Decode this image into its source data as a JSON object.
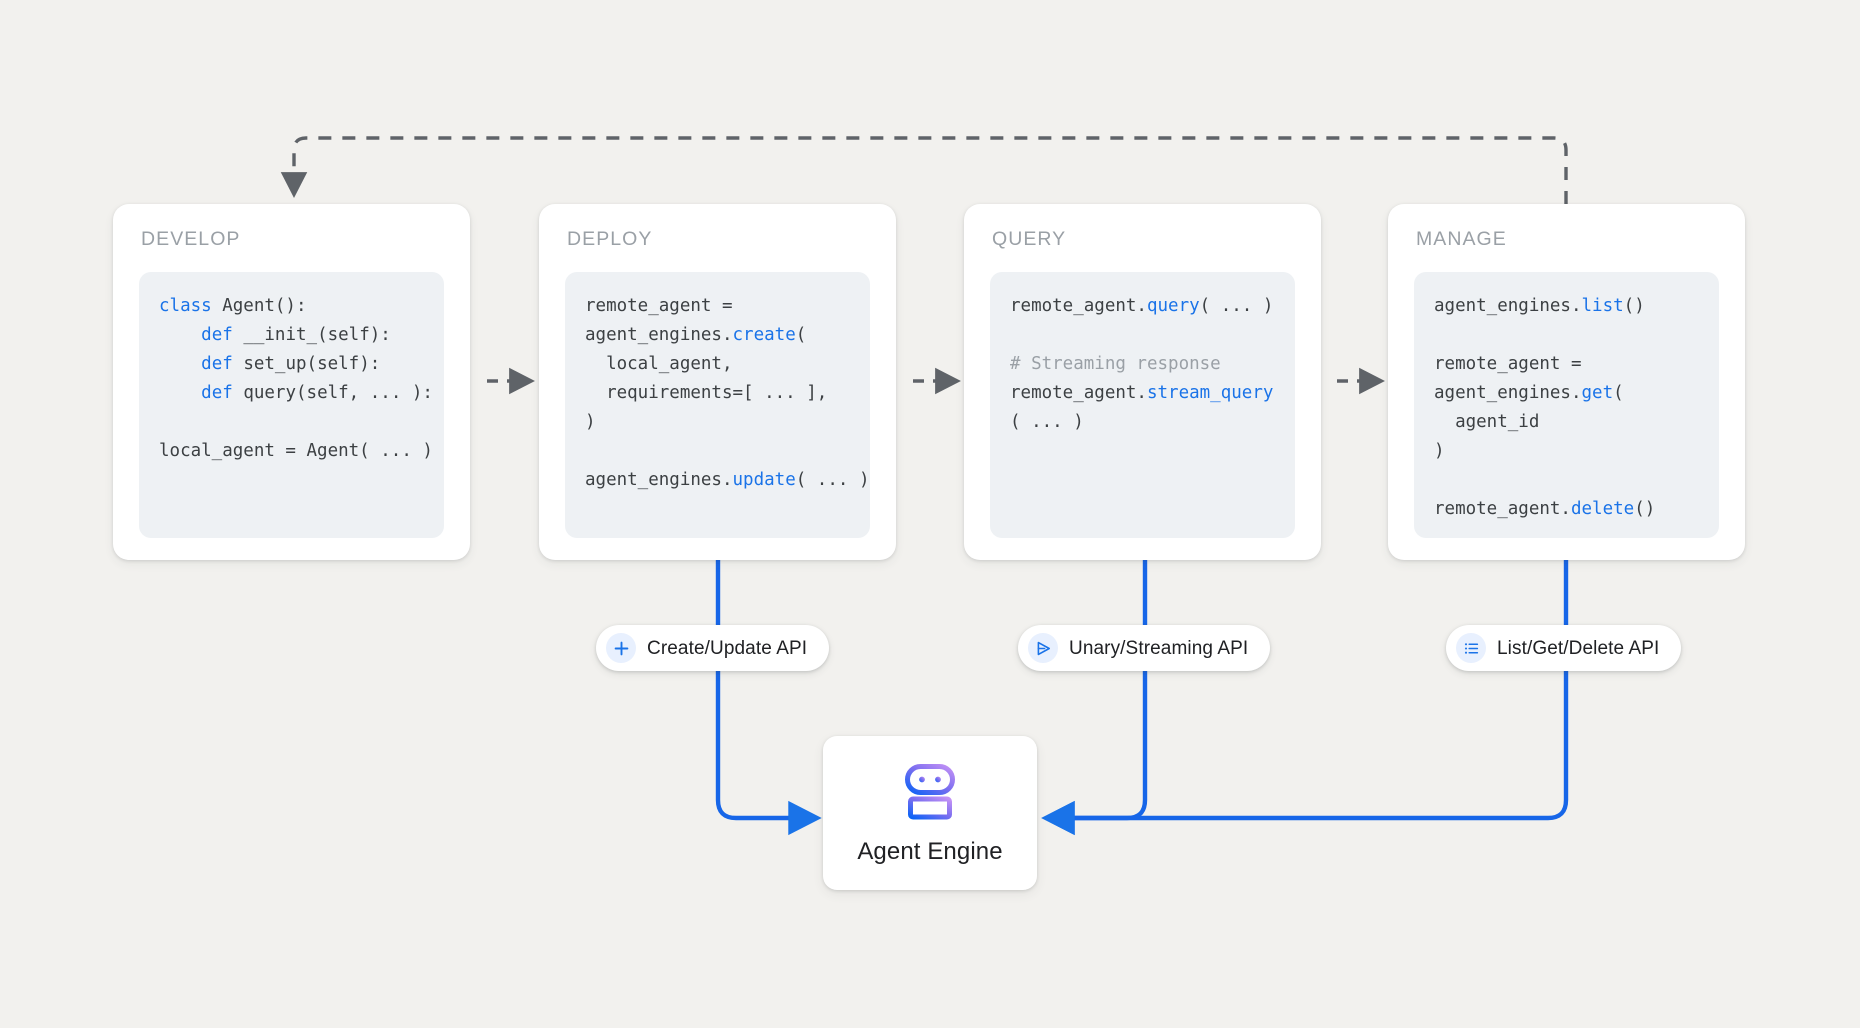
{
  "canvas": {
    "background_color": "#f2f1ee",
    "accent_color": "#1a73e8",
    "dashed_arrow_color": "#5f6368",
    "code_keyword_color": "#1a73e8",
    "code_comment_color": "#9aa0a6"
  },
  "stages": [
    {
      "title": "DEVELOP",
      "code": [
        {
          "t": "class ",
          "c": "kw"
        },
        {
          "t": "Agent():\n    ",
          "c": ""
        },
        {
          "t": "def ",
          "c": "kw"
        },
        {
          "t": "__init_(self):\n    ",
          "c": ""
        },
        {
          "t": "def ",
          "c": "kw"
        },
        {
          "t": "set_up(self):\n    ",
          "c": ""
        },
        {
          "t": "def ",
          "c": "kw"
        },
        {
          "t": "query(self, ... ):\n\nlocal_agent = Agent( ... )",
          "c": ""
        }
      ],
      "code_text": "class Agent():\n    def __init_(self):\n    def set_up(self):\n    def query(self, ... ):\n\nlocal_agent = Agent( ... )"
    },
    {
      "title": "DEPLOY",
      "code": [
        {
          "t": "remote_agent =\nagent_engines.",
          "c": ""
        },
        {
          "t": "create",
          "c": "fn"
        },
        {
          "t": "(\n  local_agent,\n  requirements=[ ... ],\n)\n\nagent_engines.",
          "c": ""
        },
        {
          "t": "update",
          "c": "fn"
        },
        {
          "t": "( ... )",
          "c": ""
        }
      ],
      "code_text": "remote_agent =\nagent_engines.create(\n  local_agent,\n  requirements=[ ... ],\n)\n\nagent_engines.update( ... )"
    },
    {
      "title": "QUERY",
      "code": [
        {
          "t": "remote_agent.",
          "c": ""
        },
        {
          "t": "query",
          "c": "fn"
        },
        {
          "t": "( ... )\n\n",
          "c": ""
        },
        {
          "t": "# Streaming response",
          "c": "cmt"
        },
        {
          "t": "\nremote_agent.",
          "c": ""
        },
        {
          "t": "stream_query",
          "c": "fn"
        },
        {
          "t": "\n( ... )",
          "c": ""
        }
      ],
      "code_text": "remote_agent.query( ... )\n\n# Streaming response\nremote_agent.stream_query\n( ... )"
    },
    {
      "title": "MANAGE",
      "code": [
        {
          "t": "agent_engines.",
          "c": ""
        },
        {
          "t": "list",
          "c": "fn"
        },
        {
          "t": "()\n\nremote_agent =\nagent_engines.",
          "c": ""
        },
        {
          "t": "get",
          "c": "fn"
        },
        {
          "t": "(\n  agent_id\n)\n\nremote_agent.",
          "c": ""
        },
        {
          "t": "delete",
          "c": "fn"
        },
        {
          "t": "()",
          "c": ""
        }
      ],
      "code_text": "agent_engines.list()\n\nremote_agent =\nagent_engines.get(\n  agent_id\n)\n\nremote_agent.delete()"
    }
  ],
  "api_pills": [
    {
      "label": "Create/Update API",
      "icon": "plus-icon"
    },
    {
      "label": "Unary/Streaming API",
      "icon": "send-triangle-icon"
    },
    {
      "label": "List/Get/Delete API",
      "icon": "list-icon"
    }
  ],
  "agent_engine": {
    "label": "Agent Engine",
    "icon": "robot-icon",
    "icon_gradient_from": "#b37feb",
    "icon_gradient_to": "#1a73e8"
  },
  "connectors": {
    "feedback_loop": "dashed arrow from MANAGE top back to DEVELOP top",
    "stage_flow": "dashed arrows DEVELOP -> DEPLOY -> QUERY -> MANAGE",
    "deploy_to_engine": "solid blue arrow into Agent Engine left side",
    "query_to_engine": "solid blue arrow into Agent Engine right side",
    "manage_to_engine": "solid blue arrow into Agent Engine right side"
  }
}
